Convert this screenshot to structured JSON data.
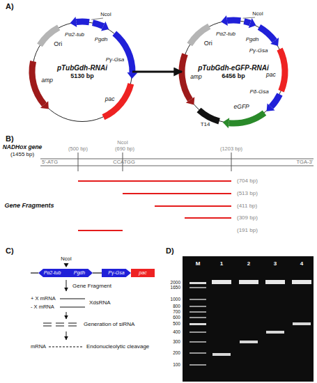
{
  "diagram": {
    "nodes": [
      {
        "text": [
          "pTubGdh-RNAi",
          "5130 bp"
        ]
      },
      {
        "text": [
          "pTubGdh-eGFP-RNAi",
          "6456 bp"
        ]
      },
      {
        "text": [
          "Pα2-tub"
        ]
      },
      {
        "text": [
          "Pgdh"
        ]
      },
      {
        "text": [
          "Pγ-Gsa"
        ]
      },
      {
        "text": [
          "pac"
        ]
      }
    ],
    "edges": [
      {
        "from": 0,
        "to": 1,
        "arrow": "to"
      },
      {
        "from": 3,
        "to": 4,
        "arrow": "none"
      }
    ],
    "labels": [
      "A)",
      "Ori",
      "Pα2-tub",
      "Pgdh",
      "NcoI",
      "Pγ-Gsa",
      "pac",
      "amp",
      "Ori",
      "Pα2-tub",
      "Pgdh",
      "NcoI",
      "Pγ-Gsa",
      "pac",
      "Pδ-Gsa",
      "eGFP",
      "T14",
      "amp",
      "B)",
      "NADHox gene",
      "(1455 bp)",
      "(500 bp)",
      "NcoI",
      "(690 bp)",
      "(1203 bp)",
      "5'-ATG",
      "CCATGG",
      "TGA-3'",
      "(704 bp)",
      "(513 bp)",
      "(411 bp)",
      "(309 bp)",
      "(191 bp)",
      "Gene Fragments",
      "C)",
      "NcoI",
      "Gene Fragment",
      "+ X mRNA",
      "- X mRNA",
      "XdsRNA",
      "Generation of siRNA",
      "mRNA",
      "Endonucleolytic cleavage",
      "D)",
      "M",
      "1",
      "2",
      "3",
      "4",
      "2000",
      "1650",
      "1000",
      "800",
      "700",
      "600",
      "500",
      "400",
      "300",
      "200",
      "100"
    ]
  }
}
